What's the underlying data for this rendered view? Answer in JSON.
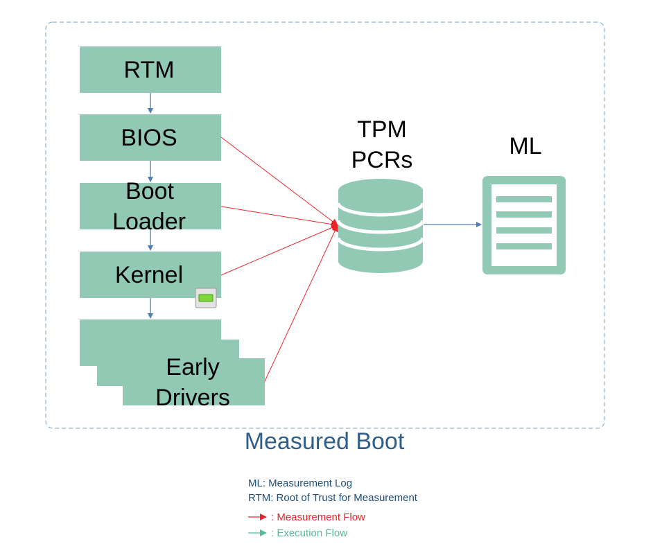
{
  "caption": "Measured Boot",
  "boot_chain": [
    {
      "id": "rtm",
      "lines": [
        "RTM"
      ]
    },
    {
      "id": "bios",
      "lines": [
        "BIOS"
      ]
    },
    {
      "id": "bootloader",
      "lines": [
        "Boot",
        "Loader"
      ]
    },
    {
      "id": "kernel",
      "lines": [
        "Kernel"
      ]
    },
    {
      "id": "drivers",
      "lines": [
        "Early",
        "Drivers"
      ]
    }
  ],
  "tpm": {
    "lines": [
      "TPM",
      "PCRs"
    ]
  },
  "ml": {
    "label": "ML"
  },
  "legend": {
    "definitions": [
      "ML: Measurement Log",
      "RTM: Root of Trust for Measurement"
    ],
    "measurement_flow": ": Measurement Flow",
    "execution_flow": ": Execution Flow"
  },
  "colors": {
    "box_fill": "#92c9b5",
    "measurement_arrow": "#e8262a",
    "execution_arrow": "#5bb89b",
    "chain_arrow": "#4f7fb0",
    "frame": "#8fb4d0",
    "caption": "#2e5f8a",
    "definitions_text": "#1f4e79"
  },
  "icons": {
    "kernel_badge": "green-indicator-icon",
    "ml": "document-list-icon",
    "tpm": "database-stack-icon"
  }
}
